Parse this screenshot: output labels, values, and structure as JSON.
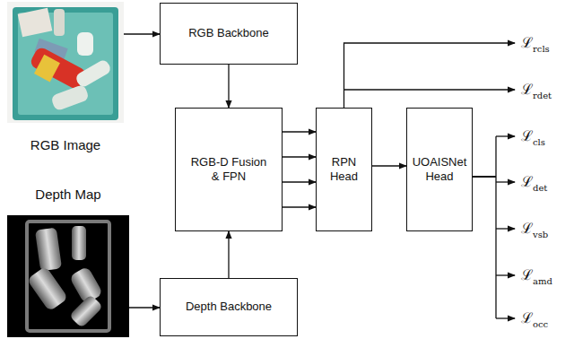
{
  "diagram": {
    "nodes": [
      {
        "text": [
          "RGB Image"
        ]
      },
      {
        "text": [
          "RGB Backbone"
        ]
      },
      {
        "text": [
          "RGB-D Fusion & FPN"
        ]
      },
      {
        "text": [
          "Depth Map"
        ]
      },
      {
        "text": [
          "Depth Backbone"
        ]
      },
      {
        "text": [
          "RPN Head"
        ]
      },
      {
        "text": [
          "UOAISNet Head"
        ]
      }
    ],
    "edges": [
      {
        "from": 0,
        "to": 1,
        "arrow": "to"
      },
      {
        "from": 1,
        "to": 2,
        "arrow": "to"
      },
      {
        "from": 3,
        "to": 4,
        "arrow": "to"
      },
      {
        "from": 4,
        "to": 2,
        "arrow": "to"
      },
      {
        "from": 2,
        "to": 5,
        "arrow": "to"
      },
      {
        "from": 2,
        "to": 5,
        "arrow": "to"
      },
      {
        "from": 2,
        "to": 5,
        "arrow": "to"
      },
      {
        "from": 2,
        "to": 5,
        "arrow": "to"
      },
      {
        "from": 5,
        "to": 6,
        "arrow": "to"
      }
    ],
    "labels": [
      "ℒrcls",
      "ℒrdet",
      "ℒcls",
      "ℒdet",
      "ℒvsb",
      "ℒamd",
      "ℒocc"
    ]
  }
}
